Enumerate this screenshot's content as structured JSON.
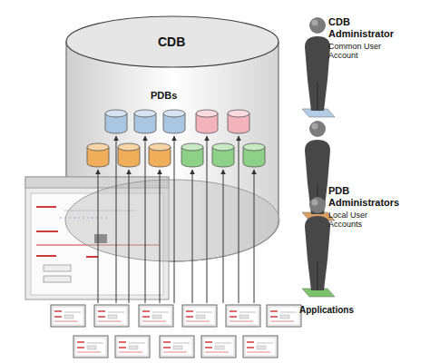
{
  "diagram": {
    "nodes": [
      {
        "text": [
          "CDB",
          "PDBs"
        ]
      },
      {
        "text": [
          "CDB Administrator",
          "Common User Account"
        ]
      },
      {
        "text": [
          "PDB Administrators",
          "Local User Accounts"
        ]
      }
    ],
    "labels": [
      "Applications"
    ]
  }
}
